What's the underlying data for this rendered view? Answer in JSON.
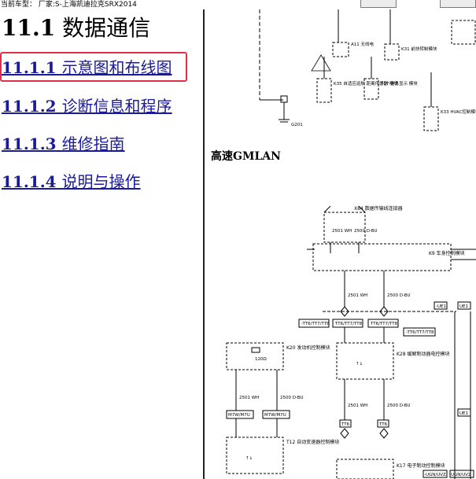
{
  "topbar": {
    "vehicle_label": "当前车型：  厂家:S-上海凯迪拉克SRX2014"
  },
  "nav": {
    "section_number": "11.1",
    "section_title": "数据通信",
    "items": [
      {
        "num": "11.1.1",
        "label": "示意图和布线图",
        "selected": true
      },
      {
        "num": "11.1.2",
        "label": "诊断信息和程序",
        "selected": false
      },
      {
        "num": "11.1.3",
        "label": "维修指南",
        "selected": false
      },
      {
        "num": "11.1.4",
        "label": "说明与操作",
        "selected": false
      }
    ]
  },
  "diagram": {
    "section_heading": "高速GMLAN",
    "top_labels": {
      "a11": "A11 无线电",
      "k31": "K31 前扶转制模块",
      "k35": "K35 自适应巡航 距离传感器 模块",
      "p17": "P17 信息显示 模块",
      "k33": "K33 HVAC控制模块",
      "g201": "G201"
    },
    "labels": {
      "x84": "X84 数据传输线连接器",
      "k9": "K9 车身控制模块",
      "k20": "K20 发动机控制模块",
      "k28": "K28 缓解制动器电控模块",
      "t12": "T12 自动变速器控制模块",
      "k17": "K17 电子制动控制模块",
      "wire1": "2501 WH",
      "wire2": "2500 D-BU",
      "res": "120Ω",
      "conn_tt": "-TT6/TT7/TT8",
      "conn_tt2": "TT6/TT7/TT8",
      "conn_mw": "M7W/M7U",
      "conn_t6": "TT6",
      "conn_ue": "-UE1",
      "conn_ue2": "UE1",
      "conn_ugn": "-UGN/UVZ",
      "conn_ugn2": "UGN/UVZ"
    }
  }
}
